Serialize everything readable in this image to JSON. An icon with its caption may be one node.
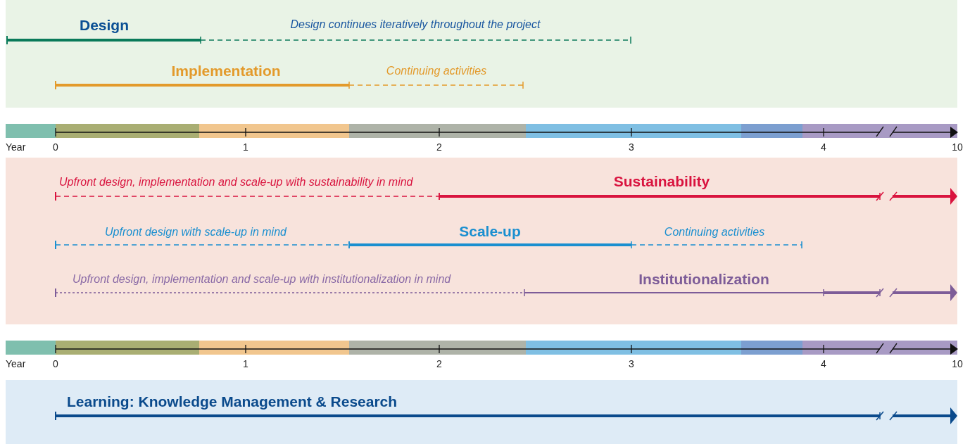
{
  "diagram": {
    "nodes": [
      {
        "text": [
          "Design",
          "Design continues iteratively throughout the project",
          "Implementation",
          "Continuing activities"
        ]
      },
      {
        "text": [
          "Upfront design, implementation and scale-up with sustainability in mind",
          "Sustainability",
          "Upfront design with scale-up in mind",
          "Scale-up",
          "Continuing activities",
          "Upfront design, implementation and scale-up with institutionalization in mind",
          "Institutionalization"
        ]
      },
      {
        "text": [
          "Learning: Knowledge Management & Research"
        ]
      }
    ],
    "labels": [
      "Year",
      "0",
      "1",
      "2",
      "3",
      "4",
      "10",
      "Year",
      "0",
      "1",
      "2",
      "3",
      "4",
      "10"
    ]
  }
}
